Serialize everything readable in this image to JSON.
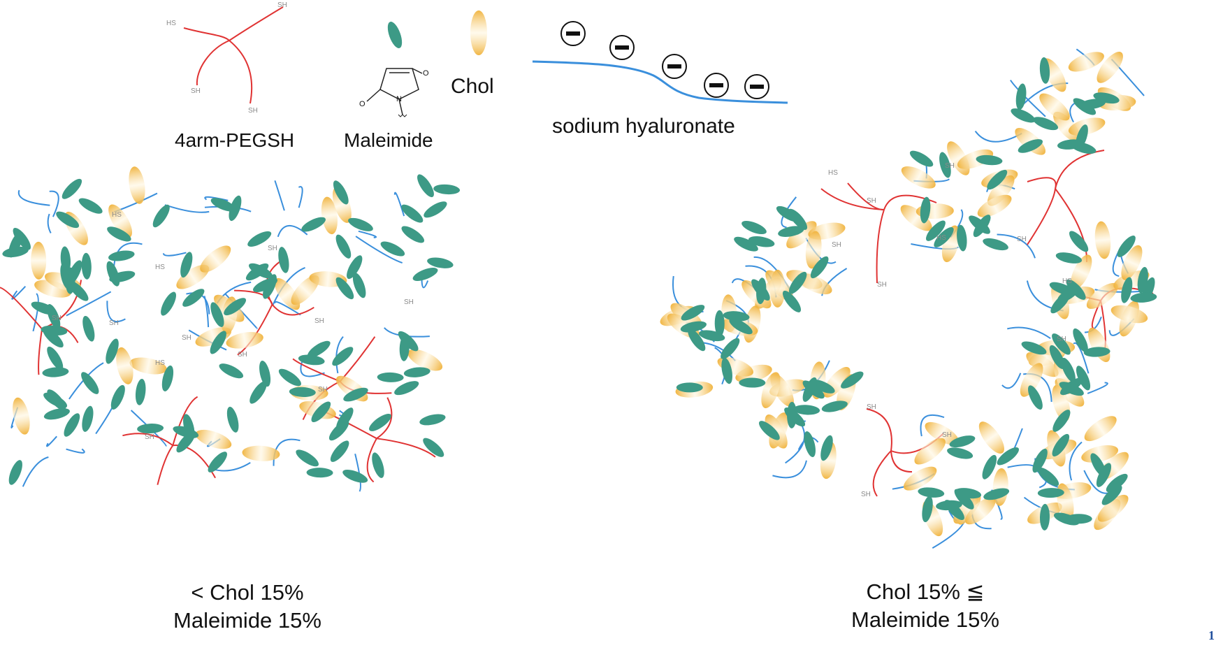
{
  "legend": {
    "peg": "4arm-PEGSH",
    "maleimide": "Maleimide",
    "chol": "Chol",
    "hyaluronate": "sodium hyaluronate",
    "peg_hs": "HS",
    "peg_sh": "SH",
    "mal_n": "N",
    "mal_o": "O"
  },
  "panels": {
    "left": {
      "line1": "< Chol 15%",
      "line2": "Maleimide 15%"
    },
    "right": {
      "line1": "Chol 15% ≦",
      "line2": "Maleimide 15%"
    }
  },
  "end_labels": {
    "sh": "SH",
    "hs": "HS"
  },
  "page_number": "1",
  "colors": {
    "peg": "#e03333",
    "hyaluronate": "#3a8fdc",
    "maleimide": "#3d9a86",
    "chol": "#f0b23a"
  }
}
